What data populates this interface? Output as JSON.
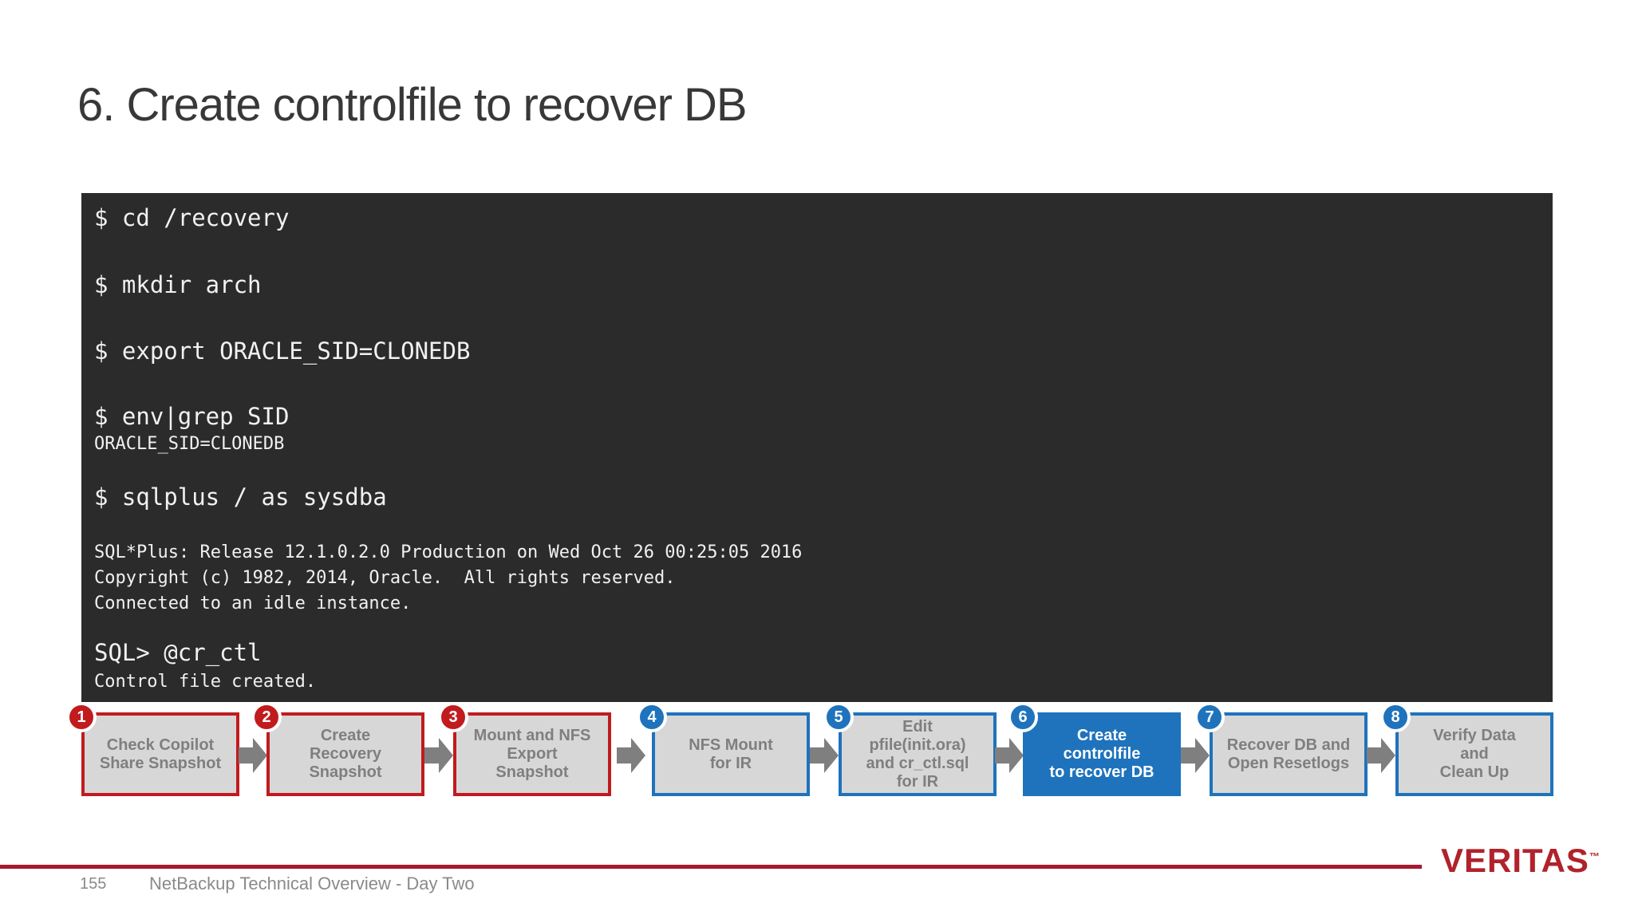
{
  "title": "6. Create controlfile to recover DB",
  "terminal": {
    "lines": [
      {
        "text": "$ cd /recovery"
      },
      {
        "text": "$ mkdir arch"
      },
      {
        "text": "$ export ORACLE_SID=CLONEDB"
      },
      {
        "text": "$ env|grep SID"
      },
      {
        "text": "ORACLE_SID=CLONEDB"
      },
      {
        "text": "$ sqlplus / as sysdba"
      },
      {
        "text": "SQL*Plus: Release 12.1.0.2.0 Production on Wed Oct 26 00:25:05 2016"
      },
      {
        "text": "Copyright (c) 1982, 2014, Oracle.  All rights reserved."
      },
      {
        "text": "Connected to an idle instance."
      },
      {
        "text": "SQL> @cr_ctl"
      },
      {
        "text": "Control file created."
      }
    ]
  },
  "flow": {
    "steps": [
      {
        "num": "1",
        "label": "Check Copilot\nShare Snapshot",
        "group": "red",
        "active": false
      },
      {
        "num": "2",
        "label": "Create\nRecovery\nSnapshot",
        "group": "red",
        "active": false
      },
      {
        "num": "3",
        "label": "Mount and NFS\nExport\nSnapshot",
        "group": "red",
        "active": false
      },
      {
        "num": "4",
        "label": "NFS Mount\nfor IR",
        "group": "blue",
        "active": false
      },
      {
        "num": "5",
        "label": "Edit\npfile(init.ora)\nand cr_ctl.sql\nfor IR",
        "group": "blue",
        "active": false
      },
      {
        "num": "6",
        "label": "Create\ncontrolfile\nto recover DB",
        "group": "blue",
        "active": true
      },
      {
        "num": "7",
        "label": "Recover DB and\nOpen Resetlogs",
        "group": "blue",
        "active": false
      },
      {
        "num": "8",
        "label": "Verify Data\nand\nClean Up",
        "group": "blue",
        "active": false
      }
    ]
  },
  "footer": {
    "page_number": "155",
    "text": "NetBackup Technical Overview - Day Two",
    "logo_text": "VERITAS",
    "logo_tm": "™"
  },
  "colors": {
    "accent_red": "#C11B1E",
    "accent_blue": "#1E73BC",
    "footer_line_red": "#A6192E",
    "logo_red": "#B1222B",
    "terminal_bg": "#2B2B2B",
    "box_fill": "#D7D7D7",
    "box_text_gray": "#7F7F7F",
    "title_gray": "#383838"
  }
}
